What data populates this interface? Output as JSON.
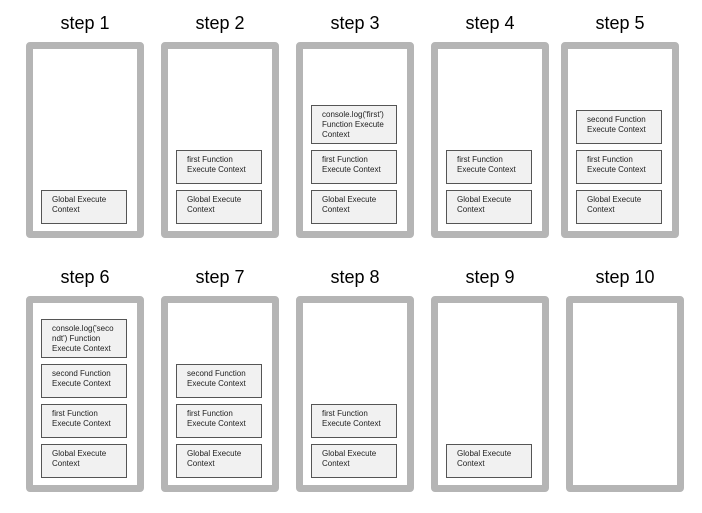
{
  "steps": [
    {
      "title": "step 1",
      "frames": [
        "Global Execute\nContext"
      ]
    },
    {
      "title": "step 2",
      "frames": [
        "Global Execute\nContext",
        "first Function\nExecute Context"
      ]
    },
    {
      "title": "step 3",
      "frames": [
        "Global Execute\nContext",
        "first Function\nExecute Context",
        "console.log('first')\nFunction Execute\nContext"
      ]
    },
    {
      "title": "step 4",
      "frames": [
        "Global Execute\nContext",
        "first Function\nExecute Context"
      ]
    },
    {
      "title": "step 5",
      "frames": [
        "Global Execute\nContext",
        "first Function\nExecute Context",
        "second Function\nExecute Context"
      ]
    },
    {
      "title": "step 6",
      "frames": [
        "Global Execute\nContext",
        "first Function\nExecute Context",
        "second Function\nExecute Context",
        "console.log('seco\nndt') Function\nExecute Context"
      ]
    },
    {
      "title": "step 7",
      "frames": [
        "Global Execute\nContext",
        "first Function\nExecute Context",
        "second Function\nExecute Context"
      ]
    },
    {
      "title": "step 8",
      "frames": [
        "Global Execute\nContext",
        "first Function\nExecute Context"
      ]
    },
    {
      "title": "step 9",
      "frames": [
        "Global Execute\nContext"
      ]
    },
    {
      "title": "step 10",
      "frames": []
    }
  ]
}
